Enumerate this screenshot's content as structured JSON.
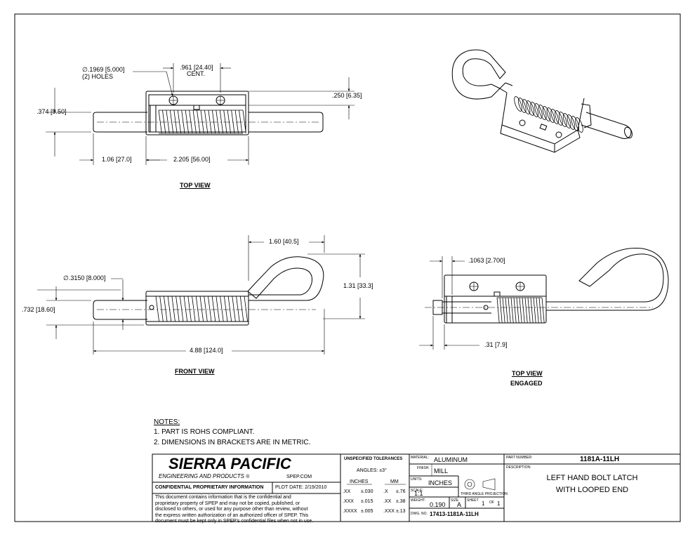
{
  "views": {
    "top": {
      "title": "TOP VIEW",
      "hole_dim": "∅.1969 [5.000]",
      "hole_count": "(2) HOLES",
      "center_dim": ".961 [24.40]",
      "center_label": "CENT.",
      "height_dim": ".374 [9.50]",
      "bracket_dim": ".250 [6.35]",
      "pin_ext_dim": "1.06 [27.0]",
      "width_dim": "2.205 [56.00]"
    },
    "front": {
      "title": "FRONT VIEW",
      "pin_dia_dim": "∅.3150 [8.000]",
      "height_dim": ".732 [18.60]",
      "loop_width_dim": "1.60 [40.5]",
      "loop_height_dim": "1.31 [33.3]",
      "overall_dim": "4.88 [124.0]"
    },
    "engaged": {
      "title": "TOP VIEW",
      "subtitle": "ENGAGED",
      "offset_dim": ".1063 [2.700]",
      "pin_dim": ".31 [7.9]"
    }
  },
  "notes": {
    "heading": "NOTES:",
    "items": [
      "1.   PART IS ROHS COMPLIANT.",
      "2.   DIMENSIONS IN BRACKETS ARE IN METRIC."
    ]
  },
  "title_block": {
    "company": "SIERRA PACIFIC",
    "company_sub": "ENGINEERING AND PRODUCTS",
    "registered": "®",
    "website": "SPEP.COM",
    "confidential": "CONFIDENTIAL PROPRIETARY INFORMATION",
    "plot_date": "PLOT DATE: 2/19/2010",
    "disclaimer": [
      "This document contains information that is the confidential and",
      "proprietary property of SPEP and may not be copied, published, or",
      "disclosed to others, or used for any purpose  other than review, without",
      "the express written authorization of an authorized officer of SPEP. This",
      "document must be kept only in SPEP's confidential files when not in use."
    ],
    "tolerances": {
      "heading": "UNSPECIFIED TOLERANCES",
      "angles": "ANGLES: ±3°",
      "inches_head": "INCHES",
      "mm_head": "MM",
      "rows": [
        [
          ".XX",
          "±.030",
          ".X",
          "±.76"
        ],
        [
          ".XXX",
          "±.015",
          ".XX",
          "±.38"
        ],
        [
          ".XXXX",
          "±.005",
          ".XXX",
          "±.13"
        ]
      ]
    },
    "material_label": "MATERIAL:",
    "material": "ALUMINUM",
    "finish_label": "FINISH:",
    "finish": "MILL",
    "units_label": "UNITS:",
    "units": "INCHES",
    "scale_label": "SCALE:",
    "scale": "1:1",
    "projection": "THIRD ANGLE PROJECTION",
    "weight_label": "WEIGHT:",
    "weight": "0.190",
    "size_label": "SIZE",
    "size": "A",
    "sheet_label": "SHEET",
    "sheet": "1",
    "of_label": "OF",
    "sheets": "1",
    "dwg_label": "DWG. NO.",
    "dwg": "17413-1181A-11LH",
    "part_label": "PART NUMBER:",
    "part": "1181A-11LH",
    "desc_label": "DESCRIPTION:",
    "desc": [
      "LEFT  HAND BOLT LATCH",
      "WITH LOOPED END"
    ]
  }
}
